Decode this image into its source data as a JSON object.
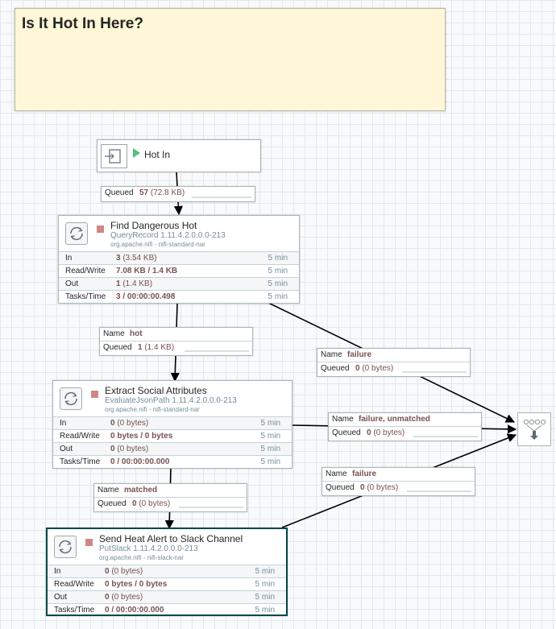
{
  "label": {
    "text": "Is It Hot In Here?"
  },
  "input_port": {
    "name": "Hot In",
    "icon": "input-port-icon",
    "status_icon": "running-play-icon",
    "status_color": "#52bf7e"
  },
  "processors": [
    {
      "name": "Find Dangerous Hot",
      "type": "QueryRecord 1.11.4.2.0.0.0-213",
      "bundle": "org.apache.nifi - nifi-standard-nar",
      "stats": {
        "in": {
          "label": "In",
          "value": "3",
          "sub": "(3.54 KB)",
          "time": "5 min"
        },
        "rw": {
          "label": "Read/Write",
          "value": "7.08 KB / 1.4 KB",
          "time": "5 min"
        },
        "out": {
          "label": "Out",
          "value": "1",
          "sub": "(1.4 KB)",
          "time": "5 min"
        },
        "tasks": {
          "label": "Tasks/Time",
          "value": "3 / 00:00:00.498",
          "time": "5 min"
        }
      }
    },
    {
      "name": "Extract Social Attributes",
      "type": "EvaluateJsonPath 1.11.4.2.0.0.0-213",
      "bundle": "org.apache.nifi - nifi-standard-nar",
      "stats": {
        "in": {
          "label": "In",
          "value": "0",
          "sub": "(0 bytes)",
          "time": "5 min"
        },
        "rw": {
          "label": "Read/Write",
          "value": "0 bytes / 0 bytes",
          "time": "5 min"
        },
        "out": {
          "label": "Out",
          "value": "0",
          "sub": "(0 bytes)",
          "time": "5 min"
        },
        "tasks": {
          "label": "Tasks/Time",
          "value": "0 / 00:00:00.000",
          "time": "5 min"
        }
      }
    },
    {
      "name": "Send Heat Alert to Slack Channel",
      "type": "PutSlack 1.11.4.2.0.0.0-213",
      "bundle": "org.apache.nifi - nifi-slack-nar",
      "stats": {
        "in": {
          "label": "In",
          "value": "0",
          "sub": "(0 bytes)",
          "time": "5 min"
        },
        "rw": {
          "label": "Read/Write",
          "value": "0 bytes / 0 bytes",
          "time": "5 min"
        },
        "out": {
          "label": "Out",
          "value": "0",
          "sub": "(0 bytes)",
          "time": "5 min"
        },
        "tasks": {
          "label": "Tasks/Time",
          "value": "0 / 00:00:00.000",
          "time": "5 min"
        }
      }
    }
  ],
  "connections": {
    "hot_in": {
      "queued_label": "Queued",
      "queued_value": "57",
      "queued_sub": "(72.8 KB)"
    },
    "hot": {
      "name_label": "Name",
      "name_value": "hot",
      "queued_label": "Queued",
      "queued_value": "1",
      "queued_sub": "(1.4 KB)"
    },
    "failure1": {
      "name_label": "Name",
      "name_value": "failure",
      "queued_label": "Queued",
      "queued_value": "0",
      "queued_sub": "(0 bytes)"
    },
    "failure_unmatched": {
      "name_label": "Name",
      "name_value": "failure, unmatched",
      "queued_label": "Queued",
      "queued_value": "0",
      "queued_sub": "(0 bytes)"
    },
    "failure2": {
      "name_label": "Name",
      "name_value": "failure",
      "queued_label": "Queued",
      "queued_value": "0",
      "queued_sub": "(0 bytes)"
    },
    "matched": {
      "name_label": "Name",
      "name_value": "matched",
      "queued_label": "Queued",
      "queued_value": "0",
      "queued_sub": "(0 bytes)"
    }
  },
  "funnel": {
    "icon": "funnel-icon"
  },
  "colors": {
    "label_bg": "#fff7d7",
    "canvas": "#f9fafb",
    "stat_value": "#775351",
    "meta": "#728e9b",
    "stopped": "#d18686",
    "selected_border": "#004849"
  }
}
